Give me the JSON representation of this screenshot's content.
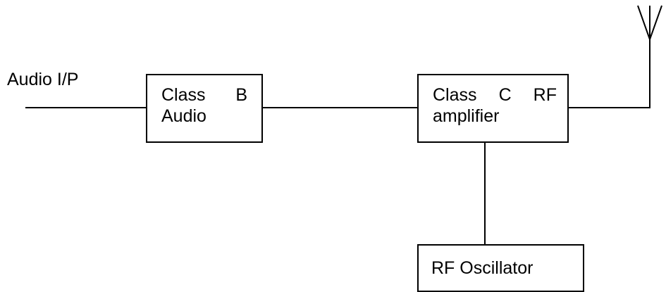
{
  "diagram": {
    "input_label": "Audio I/P",
    "blocks": {
      "audio_amp": {
        "line1_a": "Class",
        "line1_b": "B",
        "line2": "Audio"
      },
      "rf_amp": {
        "line1_a": "Class",
        "line1_b": "C",
        "line1_c": "RF",
        "line2": "amplifier"
      },
      "oscillator": {
        "label": "RF Oscillator"
      }
    },
    "connections": [
      "audio-input -> class-b-audio",
      "class-b-audio -> class-c-rf-amplifier",
      "rf-oscillator -> class-c-rf-amplifier",
      "class-c-rf-amplifier -> antenna"
    ],
    "icons": [
      "antenna-icon"
    ]
  }
}
